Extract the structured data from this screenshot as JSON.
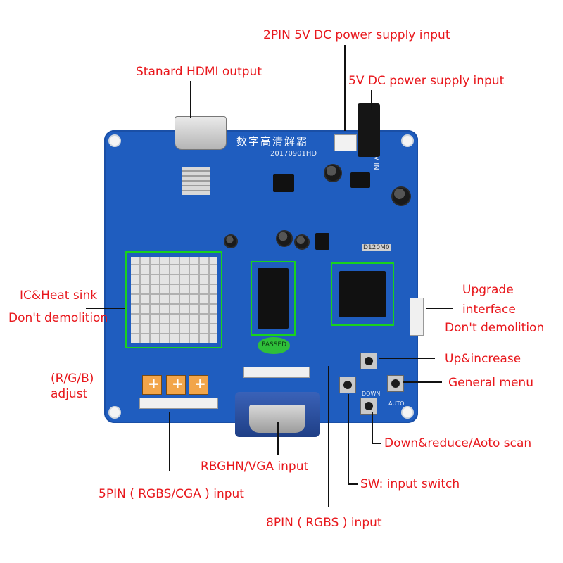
{
  "labels": {
    "power_2pin": "2PIN 5V DC power supply input",
    "hdmi": "Stanard HDMI output",
    "power_dc": "5V DC power supply input",
    "ic_heatsink_1": "IC&Heat sink",
    "ic_heatsink_2": "Don't demolition",
    "upgrade_1": "Upgrade",
    "upgrade_2": "interface",
    "upgrade_3": "Don't demolition",
    "up_increase": "Up&increase",
    "general_menu": "General menu",
    "rgb_adjust_1": "(R/G/B)",
    "rgb_adjust_2": "adjust",
    "down_reduce": "Down&reduce/Aoto scan",
    "vga_input": "RBGHN/VGA input",
    "sw_switch": "SW: input switch",
    "pin5_input": "5PIN ( RGBS/CGA ) input",
    "pin8_input": "8PIN ( RGBS ) input"
  },
  "board_silk": {
    "chinese_title": "数字高清解霸",
    "date_code": "20170901HD",
    "dc_marking": "DC 5V IN",
    "crystal": "D120M0",
    "passed": "PASSED",
    "auto": "AUTO",
    "down": "DOWN"
  },
  "colors": {
    "label_red": "#e8171c",
    "board_blue": "#1f5dbf",
    "highlight_green": "#19d21d"
  }
}
